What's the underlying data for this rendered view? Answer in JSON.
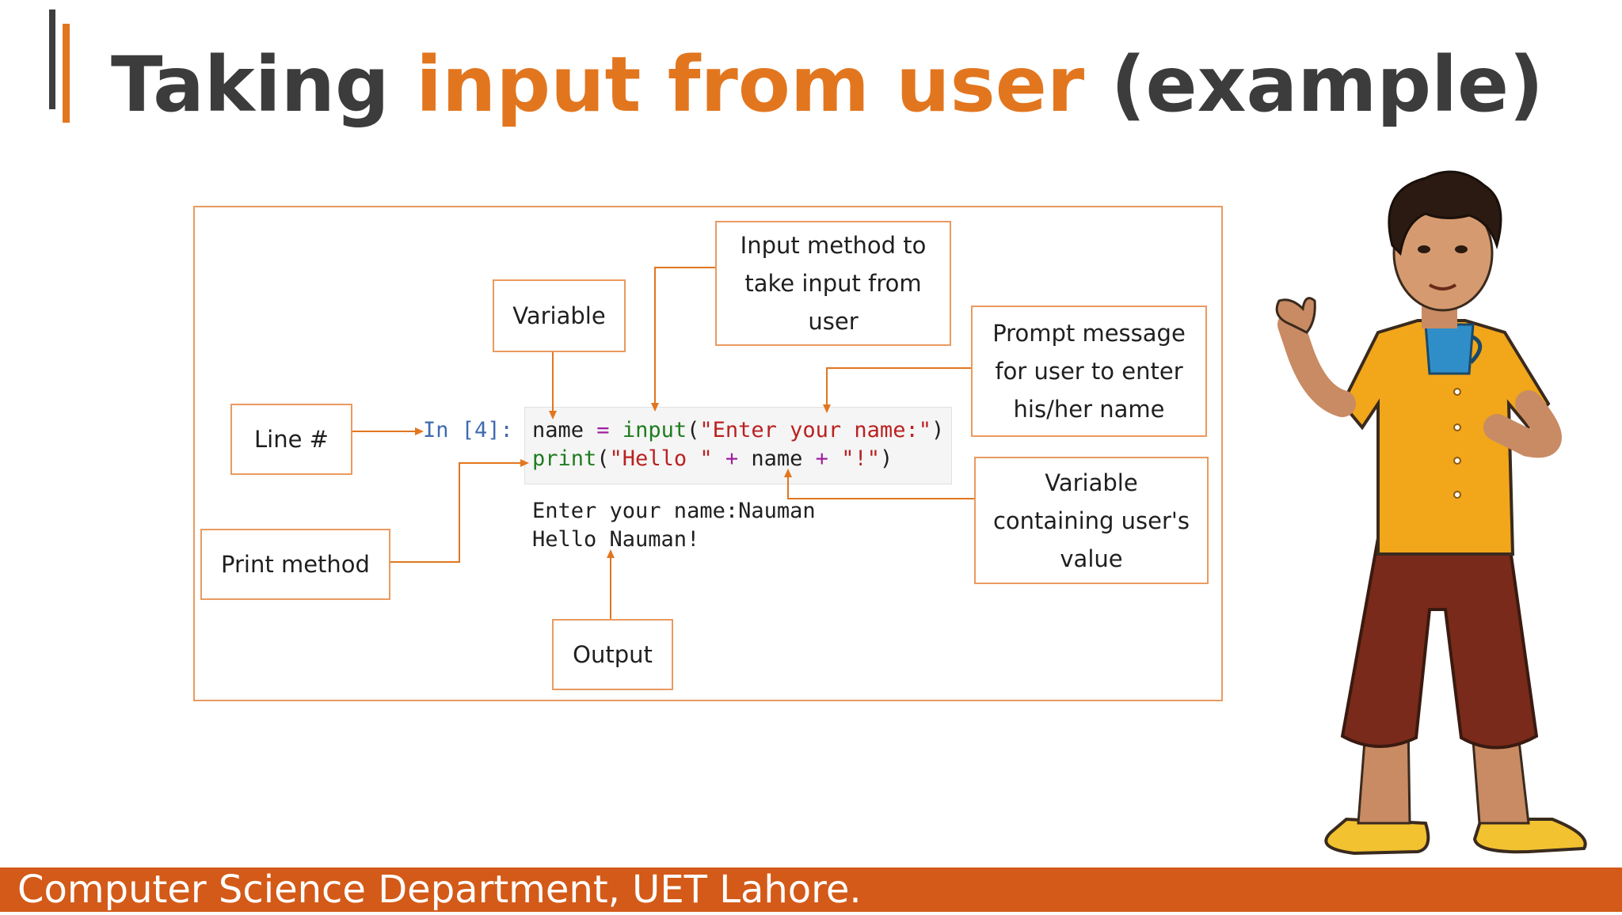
{
  "slide": {
    "title_prefix": "Taking ",
    "title_highlight": "input from user",
    "title_suffix": " (example)",
    "footer": "Computer Science Department, UET Lahore."
  },
  "diagram": {
    "labels": {
      "line_number": "Line #",
      "variable": "Variable",
      "input_method": "Input method to take input from user",
      "prompt_message": "Prompt message for user to enter his/her name",
      "print_method": "Print method",
      "variable_value": "Variable containing user's value",
      "output": "Output"
    },
    "code": {
      "prompt": "In [4]:",
      "line1": {
        "name": "name",
        "assign": " = ",
        "func": "input",
        "open": "(",
        "str": "\"Enter your name:\"",
        "close": ")"
      },
      "line2": {
        "func": "print",
        "open": "(",
        "str1": "\"Hello \"",
        "plus1": " + ",
        "name": "name",
        "plus2": " + ",
        "str2": "\"!\"",
        "close": ")"
      }
    },
    "output_lines": [
      "Enter your name:Nauman",
      "Hello Nauman!"
    ],
    "colors": {
      "accent": "#e2761f",
      "border": "#ea9a60",
      "footer": "#d35a18"
    }
  }
}
